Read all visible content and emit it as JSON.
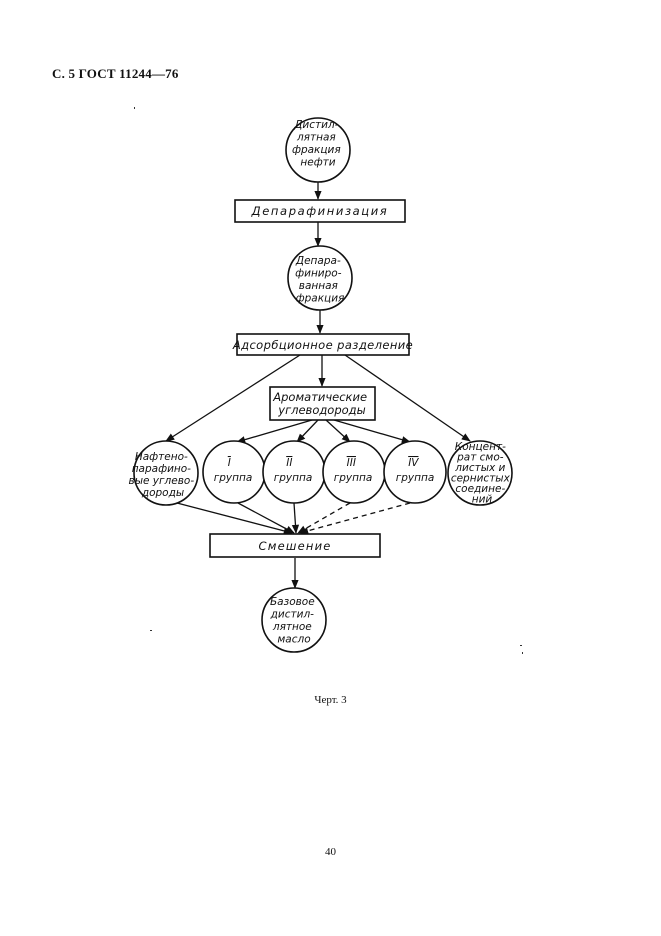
{
  "header": "С. 5 ГОСТ 11244—76",
  "caption": "Черт. 3",
  "page_number": "40",
  "flowchart": {
    "start": [
      "Дистил-",
      "лятная",
      "фракция",
      "нефти"
    ],
    "dewaxing": "Депарафинизация",
    "dewaxed": [
      "Депара-",
      "финиро-",
      "ванная",
      "фракция"
    ],
    "adsorption": "Адсорбционное разделение",
    "aromatics": [
      "Ароматические",
      "углеводороды"
    ],
    "naphtheno": [
      "Нафтено-",
      "парафино-",
      "вые углево-",
      "дороды"
    ],
    "groups": [
      [
        "I",
        "группа"
      ],
      [
        "II",
        "группа"
      ],
      [
        "III",
        "группа"
      ],
      [
        "IV",
        "группа"
      ]
    ],
    "resins": [
      "Концент-",
      "рат смо-",
      "листых и",
      "сернистых",
      "соедине-",
      "ний"
    ],
    "mixing": "Смешение",
    "result": [
      "Базовое",
      "дистил-",
      "лятное",
      "масло"
    ]
  }
}
